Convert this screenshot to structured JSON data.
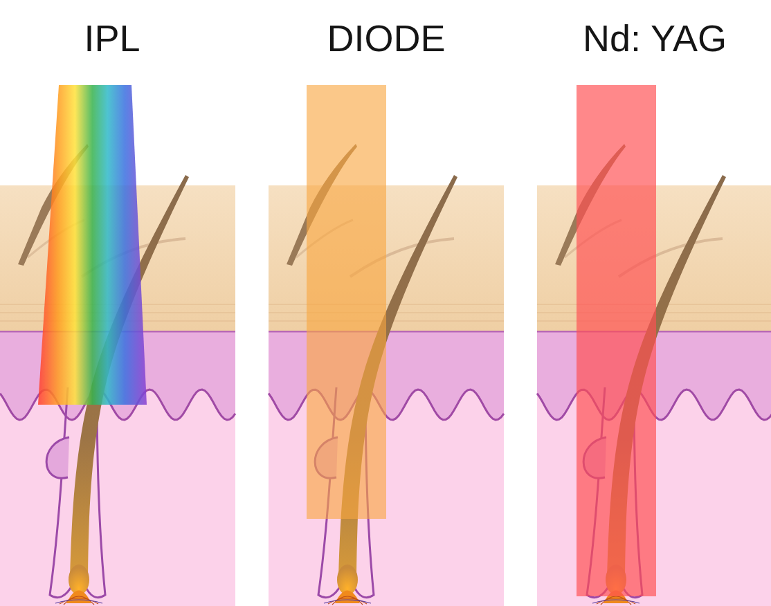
{
  "diagram": {
    "labels": [
      "IPL",
      "DIODE",
      "Nd: YAG"
    ]
  }
}
